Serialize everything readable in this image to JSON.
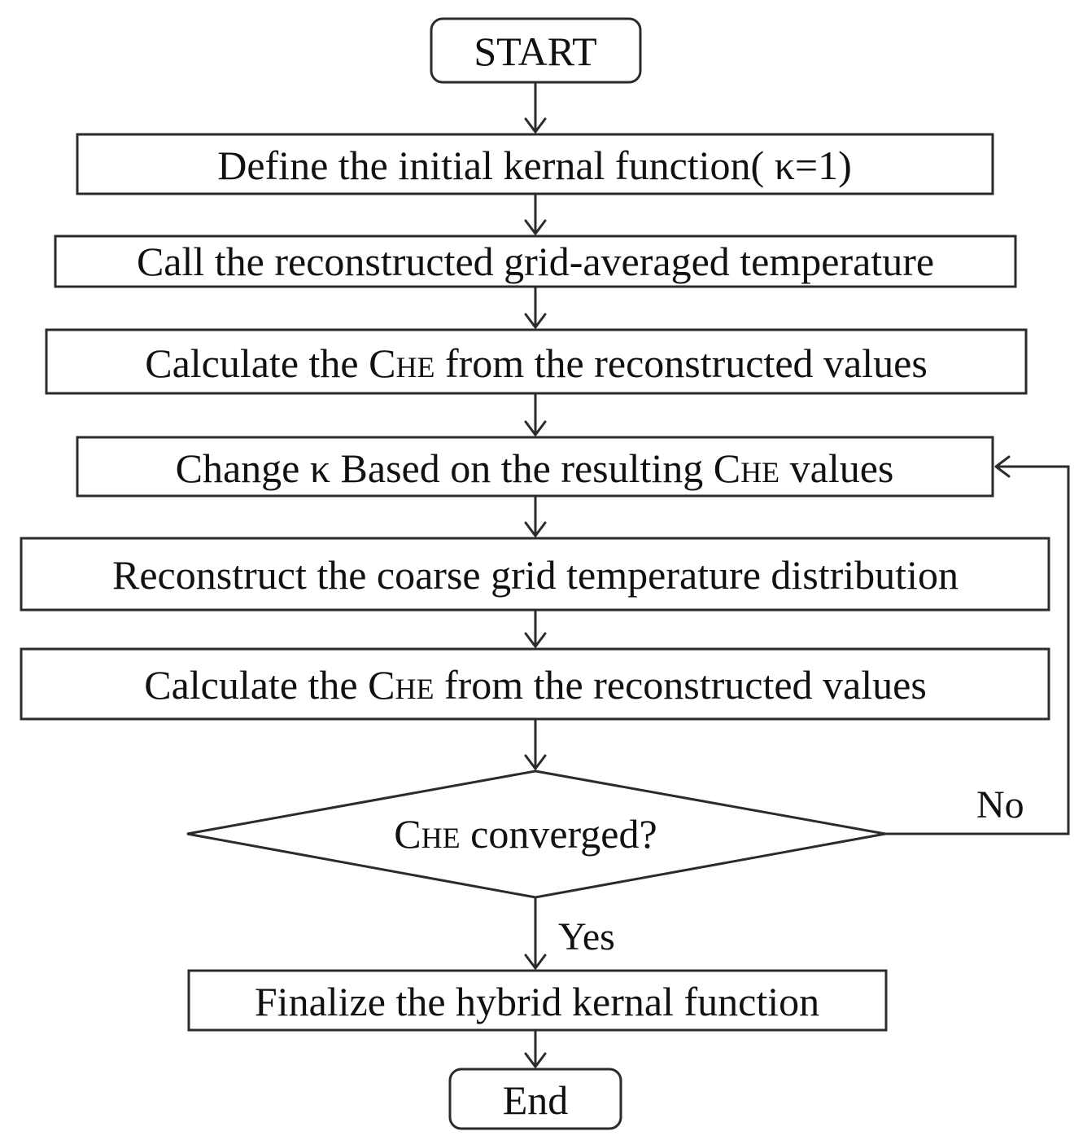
{
  "flowchart": {
    "start": "START",
    "steps": [
      {
        "pre": "Define the initial kernal function( κ=1)"
      },
      {
        "pre": "Call the reconstructed grid-averaged temperature"
      },
      {
        "pre": "Calculate the C",
        "sc": "HE",
        "post": " from the reconstructed values"
      },
      {
        "pre": "Change κ Based on the resulting C",
        "sc": "HE",
        "post": " values"
      },
      {
        "pre": "Reconstruct the coarse grid temperature distribution"
      },
      {
        "pre": "Calculate the C",
        "sc": "HE",
        "post": " from the reconstructed values"
      }
    ],
    "decision": {
      "pre": "C",
      "sc": "HE",
      "post": " converged?"
    },
    "no_label": "No",
    "yes_label": "Yes",
    "finalize": "Finalize the hybrid kernal function",
    "end": "End"
  }
}
